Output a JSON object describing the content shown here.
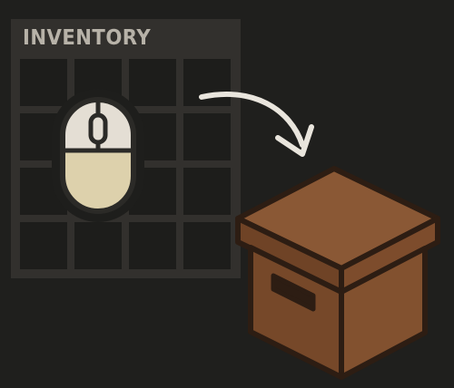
{
  "inventory": {
    "title": "INVENTORY",
    "rows": 4,
    "columns": 4
  },
  "icons": {
    "mouse": "mouse-left-click-icon",
    "arrow": "curved-arrow-icon",
    "box": "storage-box-icon"
  },
  "colors": {
    "background": "#1f1f1d",
    "panel": "#32302d",
    "slot": "#1d1d1b",
    "title": "#b7b2a8",
    "mouse_body": "#e4ded4",
    "mouse_highlight": "#ddd1ac",
    "arrow": "#e9e5dd",
    "box": "#7a4a2c",
    "box_outline": "#2d1d13"
  }
}
